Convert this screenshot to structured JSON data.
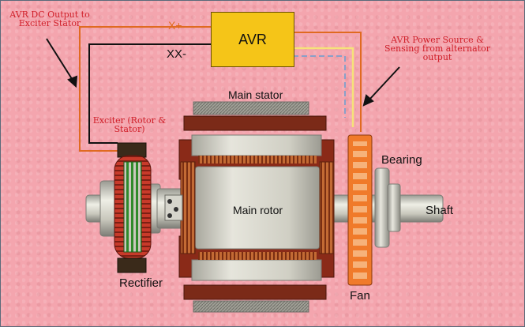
{
  "labels": {
    "avr_dc_output": "AVR DC Output to Exciter Stator",
    "avr_power_source": "AVR Power Source & Sensing from alternator output",
    "exciter": "Exciter (Rotor & Stator)",
    "avr": "AVR",
    "x_plus": "X+",
    "xx_minus": "XX-",
    "main_stator": "Main stator",
    "main_rotor": "Main rotor",
    "bearing": "Bearing",
    "shaft": "Shaft",
    "rectifier": "Rectifier",
    "fan": "Fan"
  },
  "colors": {
    "background": "#f4a5ae",
    "avr_box": "#f5c518",
    "label_red": "#d0202a",
    "wire_orange": "#e06a20",
    "wire_black": "#111111",
    "wire_yellow": "#f6e27a",
    "wire_dashed_blue": "#8aa0c8",
    "copper": "#b85a2a",
    "steel": "#c9c8bd",
    "fan_orange": "#f07a2a"
  }
}
